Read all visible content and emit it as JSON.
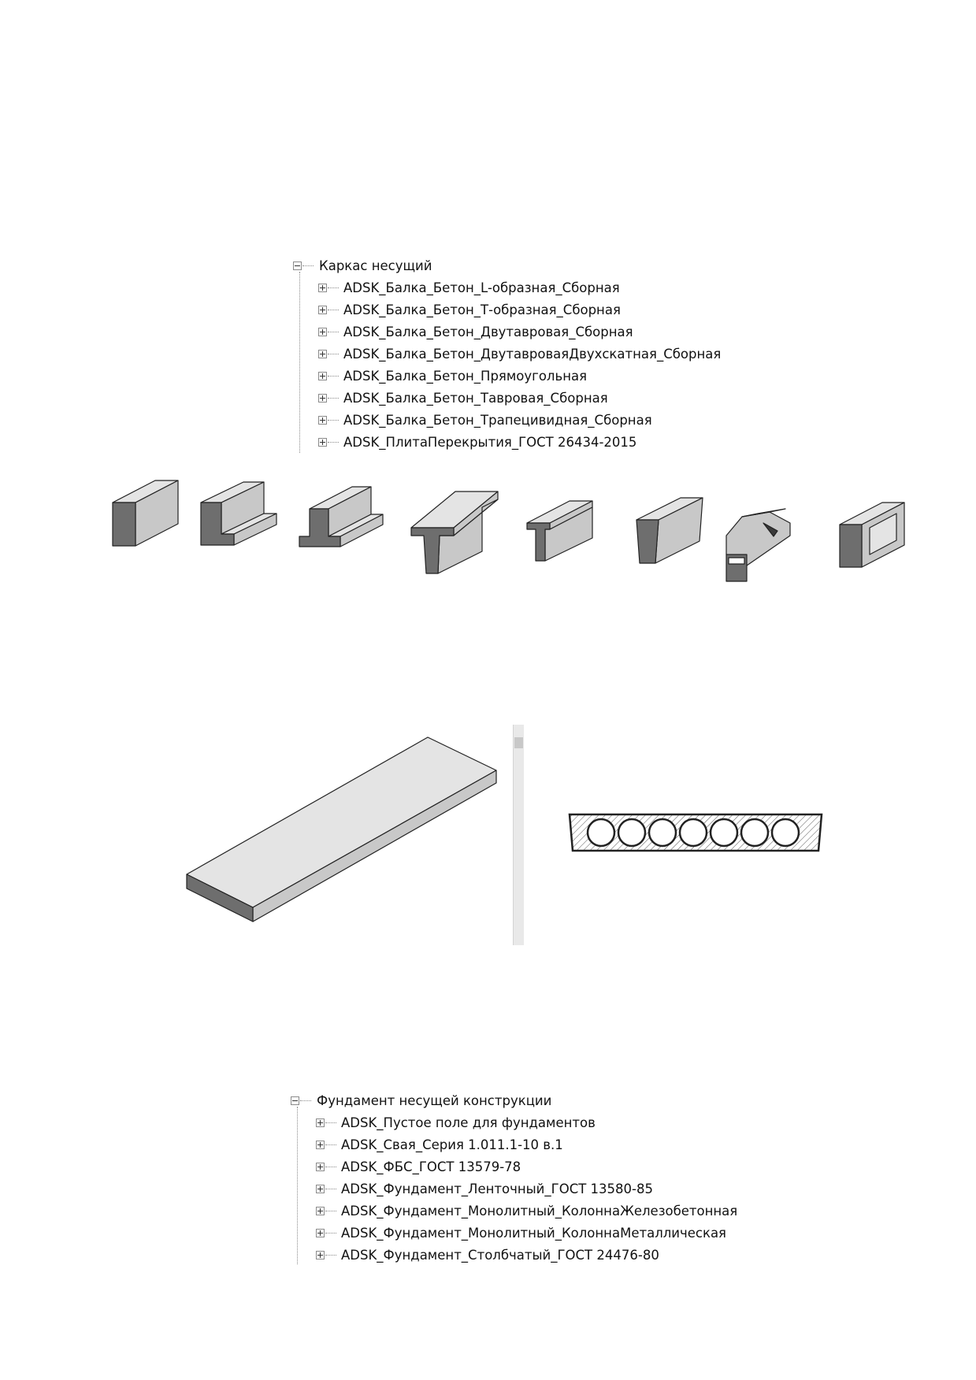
{
  "tree_frame": {
    "root_label": "Каркас несущий",
    "items": [
      {
        "label": "ADSK_Балка_Бетон_L-образная_Сборная"
      },
      {
        "label": "ADSK_Балка_Бетон_Т-образная_Сборная"
      },
      {
        "label": "ADSK_Балка_Бетон_Двутавровая_Сборная"
      },
      {
        "label": "ADSK_Балка_Бетон_ДвутавроваяДвухскатная_Сборная"
      },
      {
        "label": "ADSK_Балка_Бетон_Прямоугольная"
      },
      {
        "label": "ADSK_Балка_Бетон_Тавровая_Сборная"
      },
      {
        "label": "ADSK_Балка_Бетон_Трапецивидная_Сборная"
      },
      {
        "label": "ADSK_ПлитаПерекрытия_ГОСТ 26434-2015"
      }
    ]
  },
  "tree_foundation": {
    "root_label": "Фундамент несущей конструкции",
    "items": [
      {
        "label": "ADSK_Пустое поле для фундаментов"
      },
      {
        "label": "ADSK_Свая_Серия 1.011.1-10 в.1"
      },
      {
        "label": "ADSK_ФБС_ГОСТ 13579-78"
      },
      {
        "label": "ADSK_Фундамент_Ленточный_ГОСТ 13580-85"
      },
      {
        "label": "ADSK_Фундамент_Монолитный_КолоннаЖелезобетонная"
      },
      {
        "label": "ADSK_Фундамент_Монолитный_КолоннаМеталлическая"
      },
      {
        "label": "ADSK_Фундамент_Столбчатый_ГОСТ 24476-80"
      }
    ]
  },
  "beam_previews": [
    "rectangular-beam-icon",
    "l-shaped-beam-icon",
    "inverted-t-beam-icon",
    "i-beam-icon",
    "t-beam-icon",
    "trapezoid-beam-icon",
    "double-pitch-beam-icon",
    "hollow-slab-icon"
  ],
  "colors": {
    "tree_line": "#8a8a8a",
    "face_light": "#e4e4e4",
    "face_mid": "#c8c8c8",
    "face_dark": "#6e6e6e",
    "scrollbar_track": "#e9e9e9",
    "scrollbar_thumb": "#c8c8c8"
  }
}
